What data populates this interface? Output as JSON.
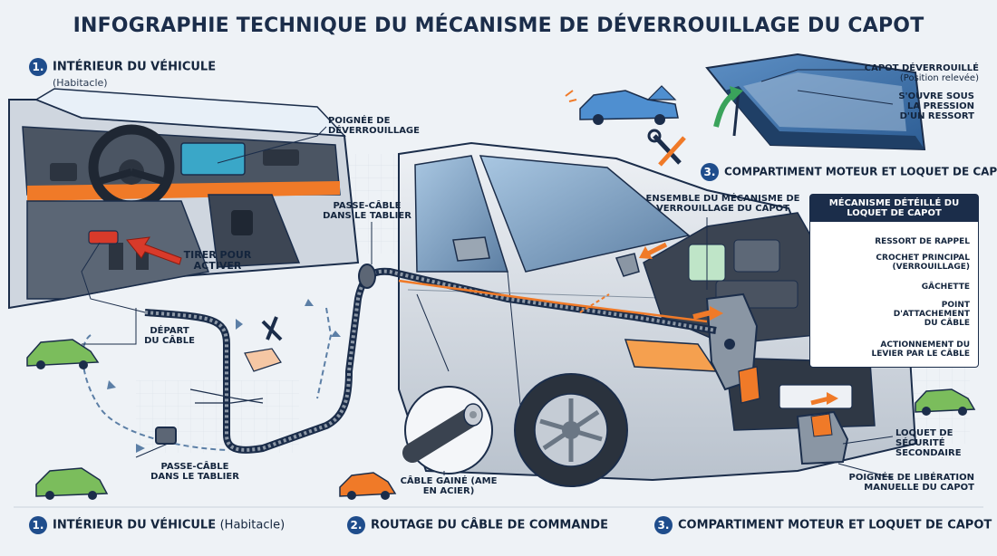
{
  "title": "INFOGRAPHIE TECHNIQUE DU MÉCANISME DE DÉVERROUILLAGE DU CAPOT",
  "sections": {
    "s1": {
      "number": "1.",
      "label": "INTÉRIEUR DU VÉHICULE",
      "sub": "(Habitacle)"
    },
    "s2": {
      "number": "2.",
      "label": "ROUTAGE DU CÂBLE DE COMMANDE"
    },
    "s3": {
      "number": "3.",
      "label": "COMPARTIMENT MOTEUR ET LOQUET DE CAPOT"
    }
  },
  "labels": {
    "poignee": "POIGNÉE DE DÉVERROUILLAGE",
    "tirer": "TIRER POUR ACTIVER",
    "depart": "DÉPART DU CÂBLE",
    "passe_tablier_top": "PASSE-CÂBLE DANS LE TABLIER",
    "passe_tablier_bottom": "PASSE-CÂBLE DANS LE TABLIER",
    "cable_gaine": "CÂBLE GAINÉ (AME EN ACIER)",
    "capot_deverrouille": "CAPOT DÉVERROUILLÉ",
    "capot_position": "(Position relevée)",
    "ressort_pression": "S'OUVRE SOUS LA PRESSION D'UN RESSORT",
    "ensemble": "ENSEMBLE DU MÉCANISME DE VERROUILLAGE DU CAPOT",
    "loquet_secondaire": "LOQUET DE SÉCURITÉ SECONDAIRE",
    "poignee_liberation": "POIGNÉE DE LIBÉRATION MANUELLE DU CAPOT"
  },
  "detail": {
    "title": "MÉCANISME DÉTÉILLÉ DU LOQUET DE CAPOT",
    "ressort": "RESSORT DE RAPPEL",
    "crochet": "CROCHET PRINCIPAL",
    "crochet_sub": "(VERROUILLAGE)",
    "gachette": "GÂCHETTE",
    "point": "POINT D'ATTACHEMENT DU CÂBLE",
    "actionnement": "ACTIONNEMENT DU LEVIER PAR LE CÂBLE"
  },
  "colors": {
    "accent": "#f07a28",
    "navy": "#1b2d4a",
    "badge": "#1f4d8c",
    "car": "#d9dee5",
    "cable": "#3a4350"
  }
}
